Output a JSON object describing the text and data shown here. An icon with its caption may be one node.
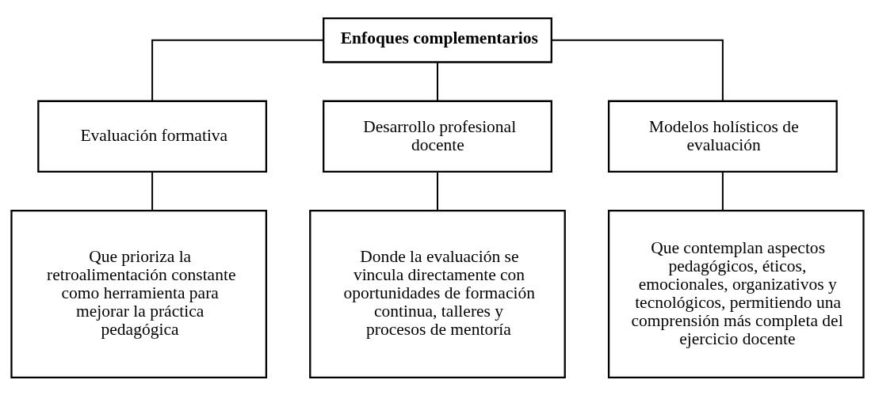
{
  "diagram": {
    "nodes": [
      {
        "text": [
          "Enfoques complementarios"
        ]
      },
      {
        "text": [
          "Evaluación formativa"
        ]
      },
      {
        "text": [
          "Desarrollo profesional docente"
        ]
      },
      {
        "text": [
          "Modelos holísticos de evaluación"
        ]
      },
      {
        "text": [
          "Que prioriza la retroalimentación constante como herramienta para mejorar la práctica pedagógica"
        ]
      },
      {
        "text": [
          "Donde la evaluación se vincula directamente con oportunidades de formación continua, talleres y procesos de mentoría"
        ]
      },
      {
        "text": [
          "Que contemplan aspectos pedagógicos, éticos, emocionales, organizativos y tecnológicos, permitiendo una comprensión más completa del ejercicio docente"
        ]
      }
    ],
    "edges": [
      {
        "from": 0,
        "to": 1,
        "arrow": "none"
      },
      {
        "from": 0,
        "to": 2,
        "arrow": "none"
      },
      {
        "from": 0,
        "to": 3,
        "arrow": "none"
      },
      {
        "from": 1,
        "to": 4,
        "arrow": "none"
      },
      {
        "from": 2,
        "to": 5,
        "arrow": "none"
      },
      {
        "from": 3,
        "to": 6,
        "arrow": "none"
      }
    ]
  }
}
